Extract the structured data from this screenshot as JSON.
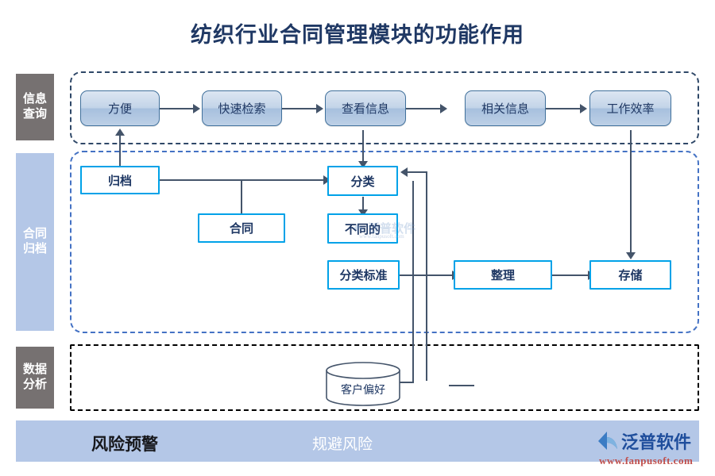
{
  "title": "纺织行业合同管理模块的功能作用",
  "bands": [
    {
      "id": "info-query",
      "label": "信息\n查询",
      "line1": "信息",
      "line2": "查询",
      "color": "#767171"
    },
    {
      "id": "contract-file",
      "label": "合同\n归档",
      "line1": "合同",
      "line2": "归档",
      "color": "#b4c7e7"
    },
    {
      "id": "data-analysis",
      "label": "数据\n分析",
      "line1": "数据",
      "line2": "分析",
      "color": "#767171"
    }
  ],
  "sections": {
    "info_query": {
      "name": "信息查询",
      "border_color": "#2f4868",
      "nodes": [
        {
          "id": "convenient",
          "label": "方便"
        },
        {
          "id": "fast-search",
          "label": "快速检索"
        },
        {
          "id": "view-info",
          "label": "查看信息"
        },
        {
          "id": "related-info",
          "label": "相关信息"
        },
        {
          "id": "work-efficiency",
          "label": "工作效率"
        }
      ]
    },
    "contract_filing": {
      "name": "合同归档",
      "border_color": "#4472c4",
      "nodes": [
        {
          "id": "archive",
          "label": "归档"
        },
        {
          "id": "contract",
          "label": "合同"
        },
        {
          "id": "classify",
          "label": "分类"
        },
        {
          "id": "different",
          "label": "不同的"
        },
        {
          "id": "classify-std",
          "label": "分类标准"
        },
        {
          "id": "organize",
          "label": "整理"
        },
        {
          "id": "storage",
          "label": "存储"
        }
      ]
    },
    "data_analysis": {
      "name": "数据分析",
      "border_color": "#000000",
      "nodes": [
        {
          "id": "customer-preference",
          "label": "客户偏好",
          "shape": "cylinder"
        }
      ]
    }
  },
  "footer": {
    "left_label": "风险预警",
    "mid_label": "规避风险",
    "bar_color": "#b4c7e7"
  },
  "logo": {
    "text": "泛普软件",
    "url": "www.fanpusoft.com",
    "text_color": "#1f4e9c",
    "url_color": "#c0504d"
  },
  "watermark": {
    "text": "泛普软件",
    "url": "www.fanpusoft.com"
  },
  "colors": {
    "node_cyan_border": "#00a2e8",
    "node_text": "#1f3864",
    "connector": "#44546a",
    "title": "#1f3864"
  }
}
